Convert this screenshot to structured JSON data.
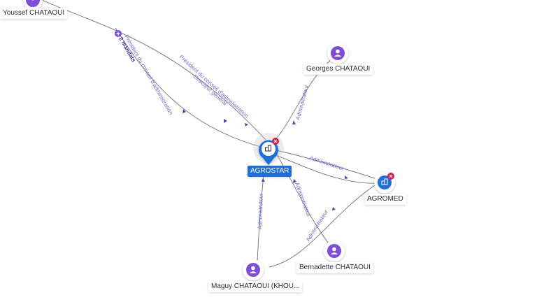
{
  "colors": {
    "person": "#7e4fd6",
    "company": "#1f6fd6",
    "edge": "#6c7080",
    "edge_label": "#6a6ac8",
    "closed_badge": "#d21f4a"
  },
  "nodes": {
    "youssef": {
      "label": "Youssef CHATAOUI",
      "icon": "person-icon"
    },
    "georges": {
      "label": "Georges CHATAOUI",
      "icon": "person-icon"
    },
    "agrostar": {
      "label": "AGROSTAR",
      "icon": "company-icon"
    },
    "agromed": {
      "label": "AGROMED",
      "icon": "company-icon"
    },
    "bernadette": {
      "label": "Bernadette CHATAOUI",
      "icon": "person-icon"
    },
    "maguy": {
      "label": "Maguy CHATAOUI (KHOU...",
      "icon": "person-icon"
    }
  },
  "edges": {
    "youssef_agrostar_1": "Président du conseil d'administration",
    "youssef_agrostar_2": "Président du conseil d'administration",
    "youssef_agrostar_2b": "Directeur général",
    "youssef_mandates": "2 mandats",
    "georges_agrostar": "Administrateur",
    "agrostar_agromed": "Administrateur",
    "bernadette_agrostar": "Administrateur",
    "maguy_agrostar": "Administrateur",
    "maguy_agromed": "Administrateur"
  }
}
